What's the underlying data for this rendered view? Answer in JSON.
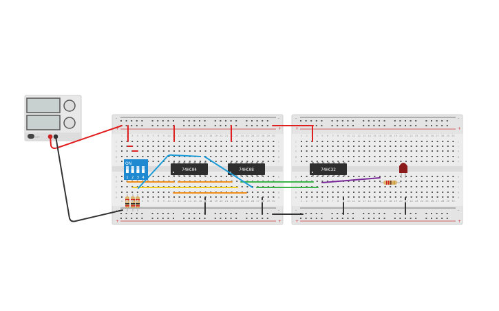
{
  "canvas": {
    "background": "#ffffff"
  },
  "power_supply": {
    "switch_label": "OFF",
    "terminal_colors": [
      "#cc2222",
      "#333333"
    ]
  },
  "breadboards": [
    {
      "name": "breadboard-1",
      "row_letters_top": [
        "j",
        "i",
        "h",
        "g",
        "f"
      ],
      "row_letters_bottom": [
        "e",
        "d",
        "c",
        "b",
        "a"
      ],
      "columns": 30,
      "rail_plus": "+",
      "rail_minus": "-"
    },
    {
      "name": "breadboard-2",
      "row_letters_top": [
        "j",
        "i",
        "h",
        "g",
        "f"
      ],
      "row_letters_bottom": [
        "e",
        "d",
        "c",
        "b",
        "a"
      ],
      "columns": 30,
      "rail_plus": "+",
      "rail_minus": "-"
    }
  ],
  "chips": [
    {
      "label": "74HC04"
    },
    {
      "label": "74HC08"
    },
    {
      "label": "74HC32"
    }
  ],
  "dip_switch": {
    "label": "ON",
    "switch_numbers": [
      "1",
      "2",
      "3",
      "4"
    ],
    "color": "#1e88d0"
  },
  "led": {
    "color": "#8b1a1a"
  },
  "wire_colors": {
    "red": "#e02020",
    "black": "#333333",
    "blue": "#1a9ad6",
    "yellow": "#f0d020",
    "orange": "#f0901a",
    "green": "#3bb54a",
    "purple": "#7a2a9a"
  }
}
